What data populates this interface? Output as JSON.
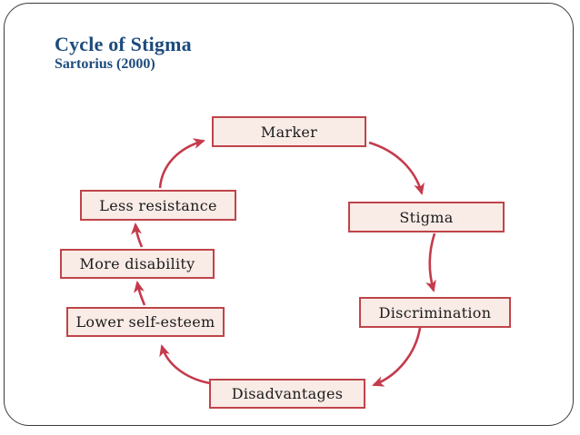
{
  "slide": {
    "title": "Cycle of Stigma",
    "subtitle": "Sartorius (2000)",
    "title_color": "#1d4b7c"
  },
  "diagram": {
    "type": "cycle-diagram",
    "box_fill_color": "#f9ebe6",
    "box_border_color": "#bf4449",
    "arrow_color": "#c43b4c",
    "nodes": [
      {
        "label": "Marker"
      },
      {
        "label": "Stigma"
      },
      {
        "label": "Discrimination"
      },
      {
        "label": "Disadvantages"
      },
      {
        "label": "Lower self-esteem"
      },
      {
        "label": "More disability"
      },
      {
        "label": "Less resistance"
      }
    ],
    "arrows": [
      {
        "from": "Marker",
        "to": "Stigma"
      },
      {
        "from": "Stigma",
        "to": "Discrimination"
      },
      {
        "from": "Discrimination",
        "to": "Disadvantages"
      },
      {
        "from": "Disadvantages",
        "to": "Lower self-esteem"
      },
      {
        "from": "Lower self-esteem",
        "to": "More disability"
      },
      {
        "from": "More disability",
        "to": "Less resistance"
      },
      {
        "from": "Less resistance",
        "to": "Marker"
      }
    ]
  }
}
